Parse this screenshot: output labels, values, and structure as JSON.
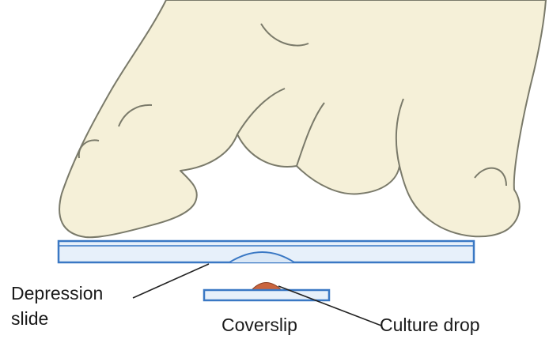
{
  "labels": {
    "depression_line1": "Depression",
    "depression_line2": "slide",
    "coverslip": "Coverslip",
    "culture_drop": "Culture drop"
  },
  "colors": {
    "glove_fill": "#f5f0d8",
    "glove_outline": "#7a7a6a",
    "glass_outline": "#3a78c4",
    "glass_fill": "#e7f0fa",
    "drop_fill": "#c9653f",
    "leader_line": "#222222"
  }
}
